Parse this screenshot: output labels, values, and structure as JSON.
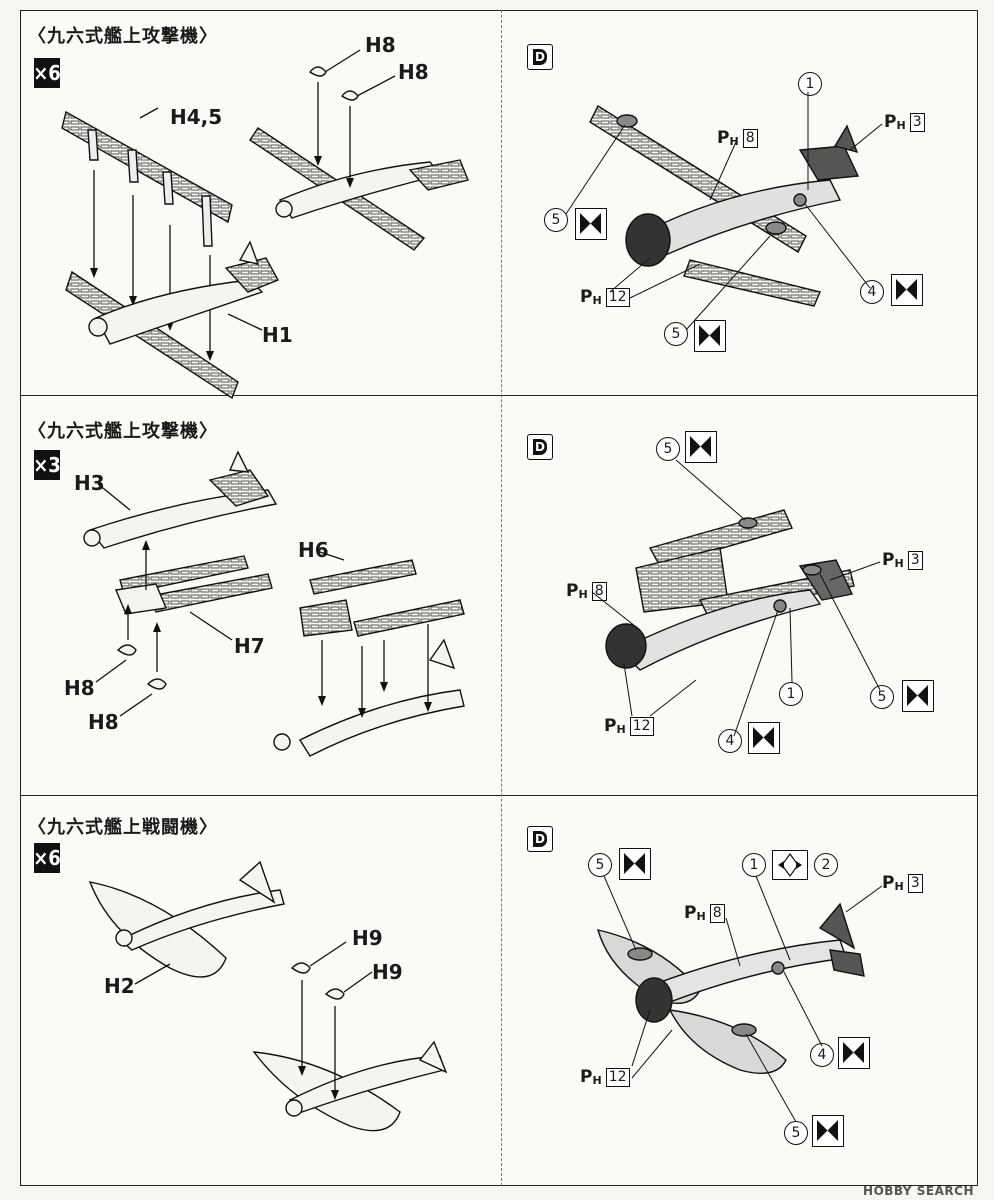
{
  "panels": [
    {
      "title": "〈九六式艦上攻撃機〉",
      "qty": "×6",
      "parts": [
        "H4,5",
        "H8",
        "H8",
        "H1"
      ],
      "paint": {
        "step": "D",
        "ph_refs": [
          "8",
          "3",
          "12"
        ],
        "circles": [
          "1",
          "5",
          "5",
          "4"
        ]
      }
    },
    {
      "title": "〈九六式艦上攻撃機〉",
      "qty": "×3",
      "parts": [
        "H3",
        "H6",
        "H7",
        "H8",
        "H8"
      ],
      "paint": {
        "step": "D",
        "ph_refs": [
          "8",
          "3",
          "12"
        ],
        "circles": [
          "5",
          "1",
          "5",
          "4"
        ]
      }
    },
    {
      "title": "〈九六式艦上戦闘機〉",
      "qty": "×6",
      "parts": [
        "H9",
        "H9",
        "H2"
      ],
      "paint": {
        "step": "D",
        "ph_refs": [
          "8",
          "3",
          "12"
        ],
        "circles": [
          "5",
          "1",
          "2",
          "4",
          "5"
        ]
      }
    }
  ],
  "ph_prefix": "P",
  "ph_sub": "H",
  "watermark": "HOBBY SEARCH"
}
